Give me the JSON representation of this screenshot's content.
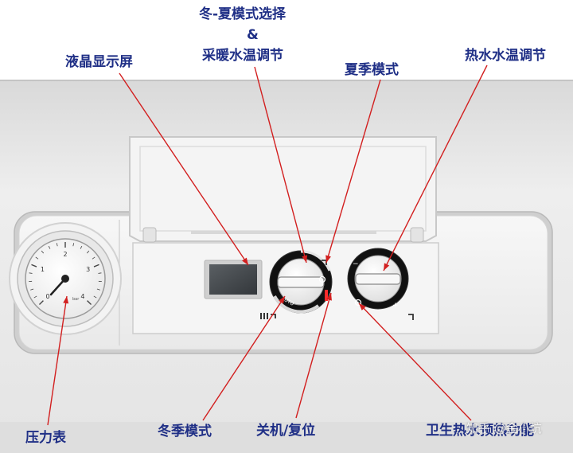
{
  "labels": {
    "lcd_display": "液晶显示屏",
    "mode_select_line1": "冬-夏模式选择",
    "mode_select_line2": "&",
    "mode_select_line3": "采暖水温调节",
    "summer_mode": "夏季模式",
    "hot_water_temp": "热水水温调节",
    "pressure_gauge": "压力表",
    "winter_mode": "冬季模式",
    "off_reset": "关机/复位",
    "preheat": "卫生热水预热功能"
  },
  "gauge": {
    "ticks": [
      "0",
      "1",
      "2",
      "3",
      "4"
    ],
    "unit": "bar"
  },
  "knob_left": {
    "auto_text": "AUTO"
  },
  "watermark": "知乎 @金小坑",
  "colors": {
    "label_text": "#1f2f86",
    "arrow": "#d21f1f",
    "panel": "#eeeeee"
  }
}
